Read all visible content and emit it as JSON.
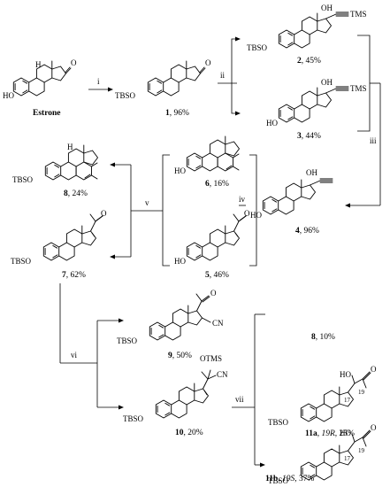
{
  "steps": [
    "i",
    "ii",
    "iii",
    "iv",
    "v",
    "vi",
    "vii"
  ],
  "compounds": [
    {
      "id": "estrone",
      "name": "Estrone"
    },
    {
      "id": "c1",
      "num": "1",
      "yield": "96%"
    },
    {
      "id": "c2",
      "num": "2",
      "yield": "45%"
    },
    {
      "id": "c3",
      "num": "3",
      "yield": "44%"
    },
    {
      "id": "c4",
      "num": "4",
      "yield": "96%"
    },
    {
      "id": "c5",
      "num": "5",
      "yield": "46%"
    },
    {
      "id": "c6",
      "num": "6",
      "yield": "16%"
    },
    {
      "id": "c7",
      "num": "7",
      "yield": "62%"
    },
    {
      "id": "c8",
      "num": "8",
      "yield": "24%"
    },
    {
      "id": "c8b",
      "num": "8",
      "yield": "10%"
    },
    {
      "id": "c9",
      "num": "9",
      "yield": "50%"
    },
    {
      "id": "c10",
      "num": "10",
      "yield": "20%"
    },
    {
      "id": "c11a",
      "num": "11a",
      "config": "19R",
      "yield": "25%"
    },
    {
      "id": "c11b",
      "num": "11b",
      "config": "19S",
      "yield": "37%"
    }
  ],
  "labels": {
    "ho": "HO",
    "tbso": "TBSO",
    "tbs_o": "TBSO",
    "o": "O",
    "oh": "OH",
    "tms": "TMS",
    "h": "H",
    "cn": "CN",
    "otms": "OTMS",
    "n17": "17",
    "n19": "19",
    "sep": ", "
  }
}
